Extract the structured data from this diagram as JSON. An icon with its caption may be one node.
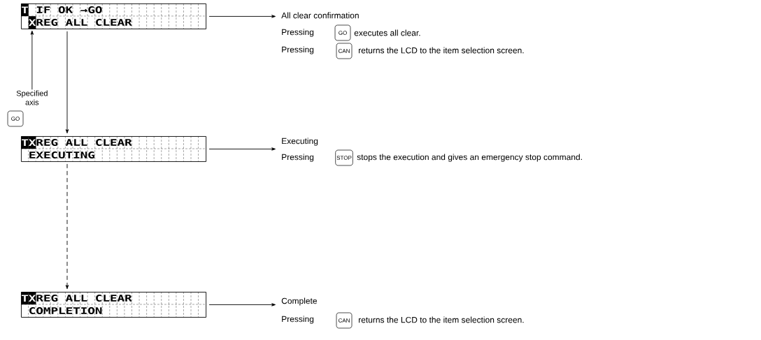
{
  "diagram": {
    "nodes": [
      {
        "text": [
          "T",
          "IF OK →GO",
          "X",
          "REG ALL CLEAR"
        ]
      },
      {
        "text": [
          "All clear confirmation",
          "Pressing",
          "executes all clear.",
          "Pressing",
          "returns the LCD to the item selection screen."
        ]
      },
      {
        "text": [
          "GO"
        ],
        "in": 1
      },
      {
        "text": [
          "CAN"
        ],
        "in": 1
      },
      {
        "text": [
          "Specified axis"
        ]
      },
      {
        "text": [
          "GO"
        ]
      },
      {
        "text": [
          "T",
          "X",
          "REG ALL CLEAR",
          "EXECUTING"
        ]
      },
      {
        "text": [
          "Executing",
          "Pressing",
          "stops the execution and gives an emergency stop command."
        ]
      },
      {
        "text": [
          "STOP"
        ],
        "in": 7
      },
      {
        "text": [
          "T",
          "X",
          "REG ALL CLEAR",
          "COMPLETION"
        ]
      },
      {
        "text": [
          "Complete",
          "Pressing",
          "returns the LCD to the item selection screen."
        ]
      },
      {
        "text": [
          "CAN"
        ],
        "in": 10
      }
    ],
    "edges": [
      {
        "from": 0,
        "to": 1,
        "arrow": "to"
      },
      {
        "from": 4,
        "to": 0,
        "arrow": "to"
      },
      {
        "from": 0,
        "to": 6,
        "arrow": "to"
      },
      {
        "from": 6,
        "to": 7,
        "arrow": "to"
      },
      {
        "from": 6,
        "to": 9,
        "arrow": "to",
        "style": "dashed"
      },
      {
        "from": 9,
        "to": 10,
        "arrow": "to"
      }
    ]
  }
}
